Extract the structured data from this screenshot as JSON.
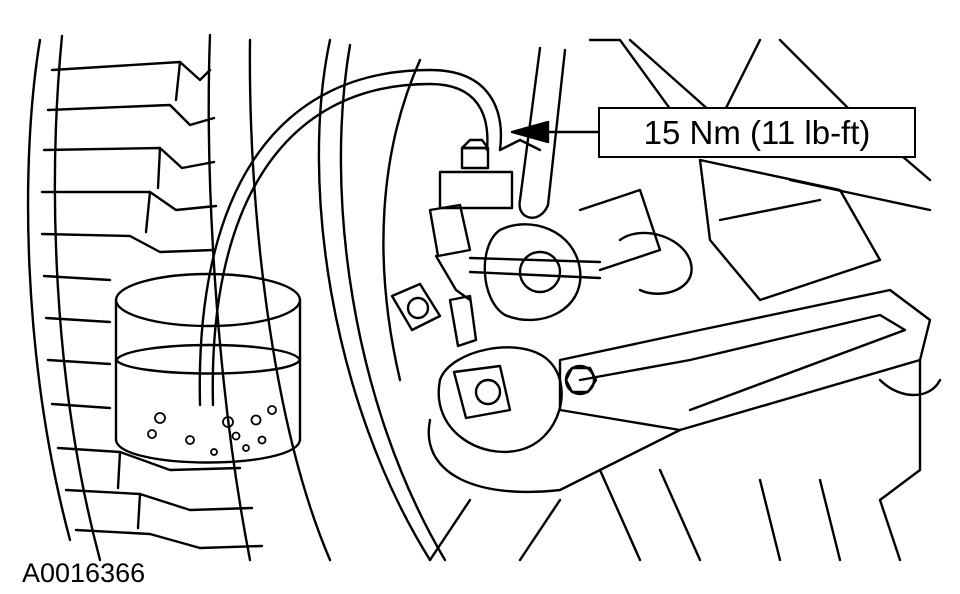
{
  "callout": {
    "torque_label": "15 Nm (11 lb-ft)"
  },
  "figure": {
    "id": "A0016366"
  },
  "colors": {
    "ink": "#000000",
    "paper": "#ffffff"
  },
  "parts": [
    "tire-tread",
    "brake-disc-edge",
    "brake-caliper",
    "bleeder-screw",
    "bleeder-hose",
    "fluid-container",
    "brake-hose",
    "lower-control-arm",
    "steering-knuckle"
  ]
}
